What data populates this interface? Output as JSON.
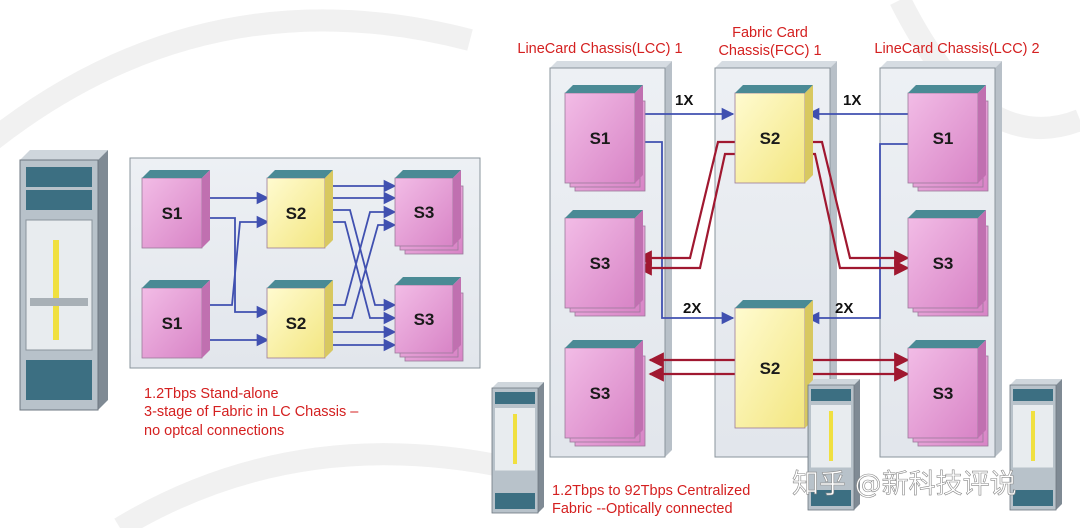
{
  "left_section": {
    "caption": [
      "1.2Tbps Stand-alone",
      "3-stage of Fabric in LC Chassis –",
      "no optcal connections"
    ],
    "stages": {
      "s1": "S1",
      "s2": "S2",
      "s3": "S3"
    }
  },
  "right_section": {
    "lcc1_title": "LineCard Chassis(LCC) 1",
    "fcc1_title": [
      "Fabric Card",
      "Chassis(FCC) 1"
    ],
    "lcc2_title": "LineCard Chassis(LCC) 2",
    "multiplier_1x": "1X",
    "multiplier_2x": "2X",
    "caption": [
      "1.2Tbps to 92Tbps Centralized",
      "Fabric --Optically connected"
    ]
  },
  "watermark": "知乎 @新科技评说",
  "colors": {
    "s1_s3_card": "#e8a0d8",
    "s2_card": "#fbf3a0",
    "card_top": "#4a8a95",
    "blue_link": "#4050b0",
    "red_link": "#a01830",
    "caption_red": "#d42020"
  }
}
